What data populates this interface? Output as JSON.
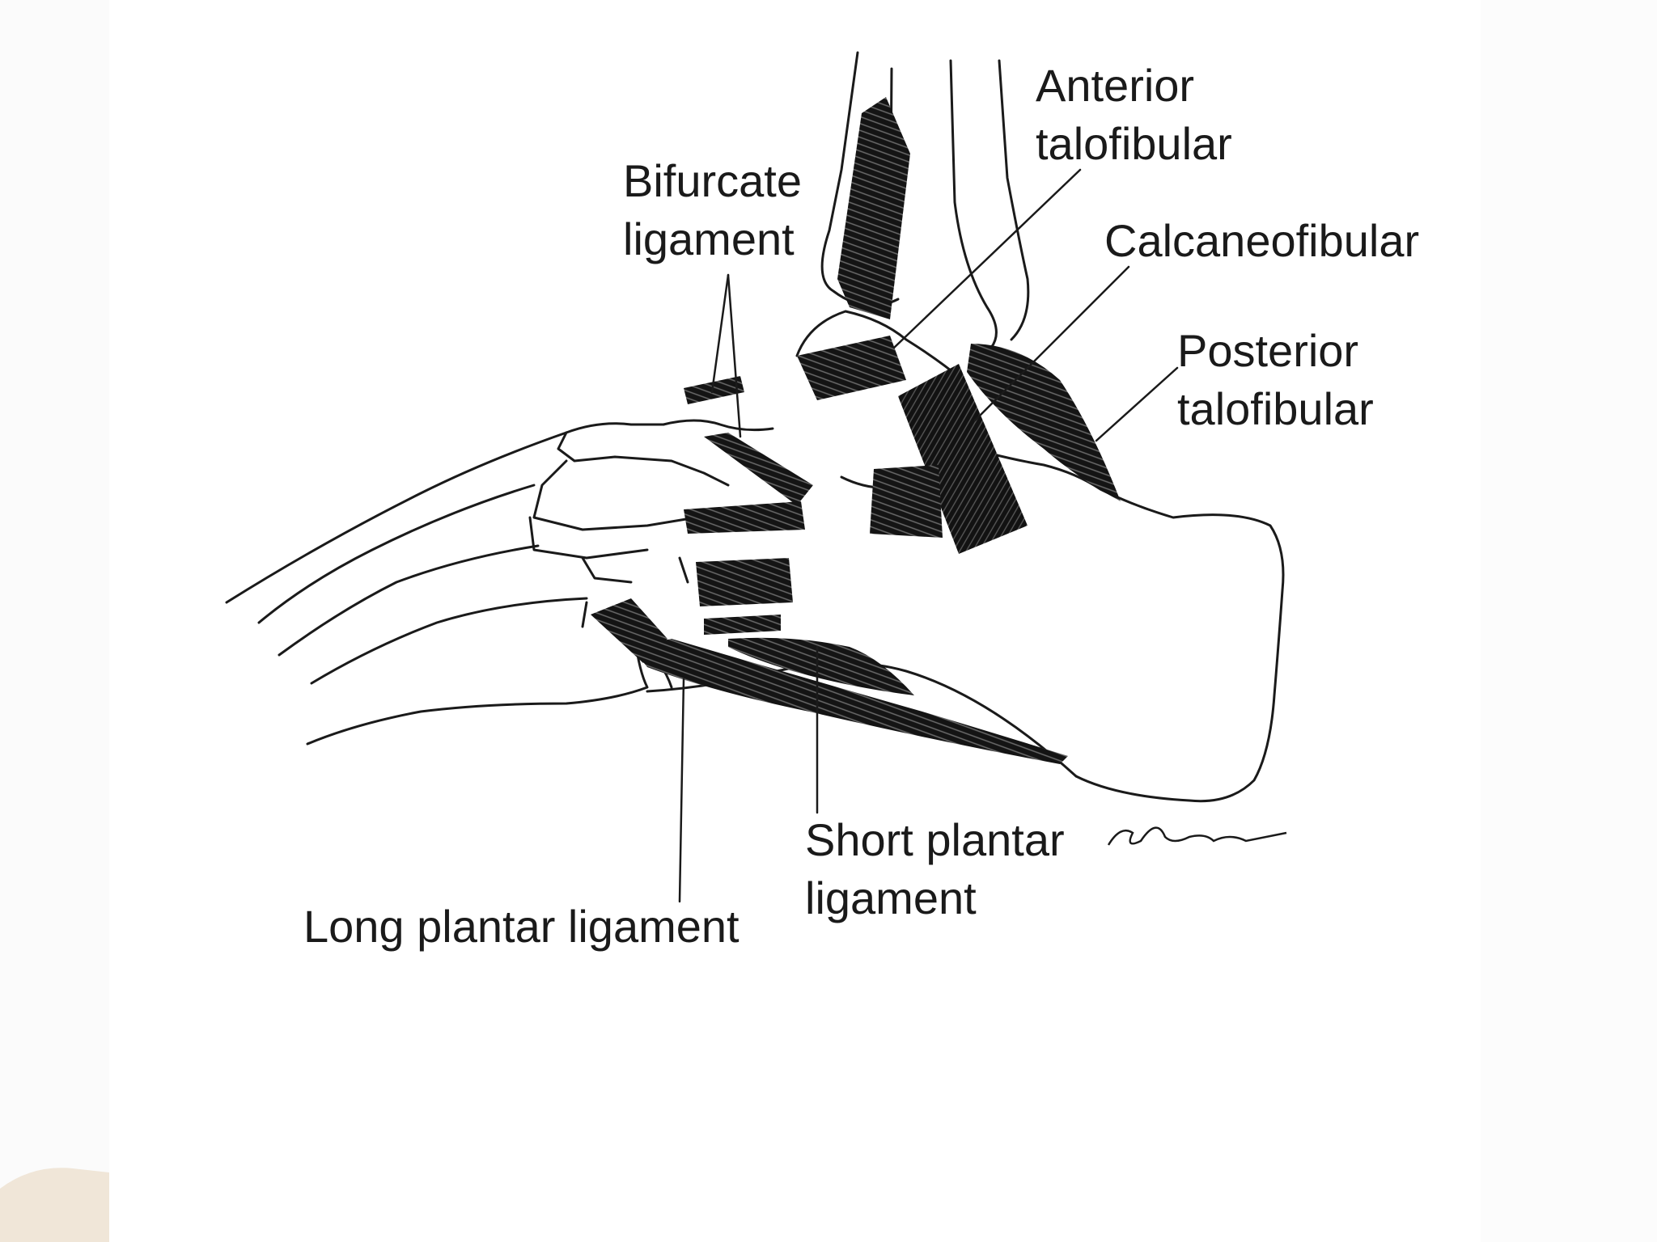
{
  "labels": {
    "anterior_talofibular": [
      "Anterior",
      "talofibular"
    ],
    "bifurcate": [
      "Bifurcate",
      "ligament"
    ],
    "calcaneofibular": [
      "Calcaneofibular"
    ],
    "posterior_talofibular": [
      "Posterior",
      "talofibular"
    ],
    "short_plantar": [
      "Short plantar",
      "ligament"
    ],
    "long_plantar": [
      "Long plantar ligament"
    ]
  },
  "colors": {
    "ink": "#1a1a1a",
    "ligament_fill": "#141414",
    "background": "#ffffff"
  }
}
